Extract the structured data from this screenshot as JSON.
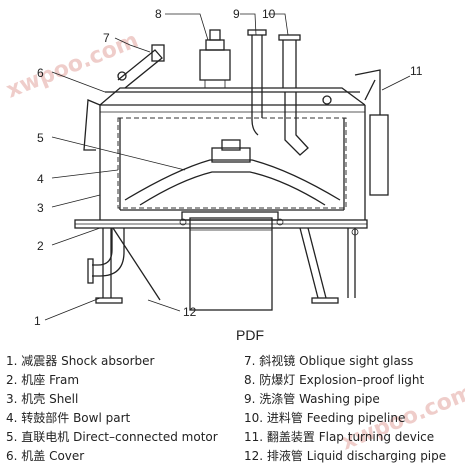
{
  "watermark": "xwpoo.com",
  "doc_label": "PDF",
  "callouts": [
    "1",
    "2",
    "3",
    "4",
    "5",
    "6",
    "7",
    "8",
    "9",
    "10",
    "11",
    "12"
  ],
  "legend_left": [
    "1. 减震器 Shock absorber",
    "2. 机座 Fram",
    "3. 机壳 Shell",
    "4. 转鼓部件 Bowl part",
    "5. 直联电机 Direct–connected motor",
    "6. 机盖 Cover"
  ],
  "legend_right": [
    "7. 斜视镜 Oblique sight glass",
    "8. 防爆灯 Explosion–proof light",
    "9. 洗涤管 Washing pipe",
    "10. 进料管 Feeding pipeline",
    "11. 翻盖装置 Flap turning device",
    "12. 排液管 Liquid discharging pipe"
  ]
}
